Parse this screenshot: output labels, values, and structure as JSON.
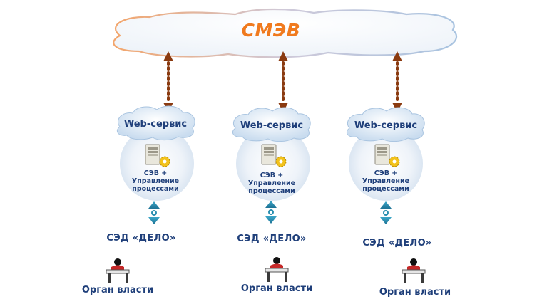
{
  "diagram": {
    "central_system": "СМЭВ",
    "columns": [
      {
        "web_service": "Web-сервис",
        "server_lines": [
          "СЭВ +",
          "Управление",
          "процессами"
        ],
        "sed": "СЭД «ДЕЛО»",
        "authority": "Орган власти"
      },
      {
        "web_service": "Web-сервис",
        "server_lines": [
          "СЭВ +",
          "Управление",
          "процессами"
        ],
        "sed": "СЭД «ДЕЛО»",
        "authority": "Орган власти"
      },
      {
        "web_service": "Web-сервис",
        "server_lines": [
          "СЭВ +",
          "Управление",
          "процессами"
        ],
        "sed": "СЭД «ДЕЛО»",
        "authority": "Орган власти"
      }
    ]
  },
  "colors": {
    "smev_text": "#f07a1e",
    "label_text": "#1f3f7a",
    "dotted_arrow": "#8a3a10",
    "teal_arrow": "#2a8fb0",
    "cloud_fill": "#dfeaf5"
  }
}
